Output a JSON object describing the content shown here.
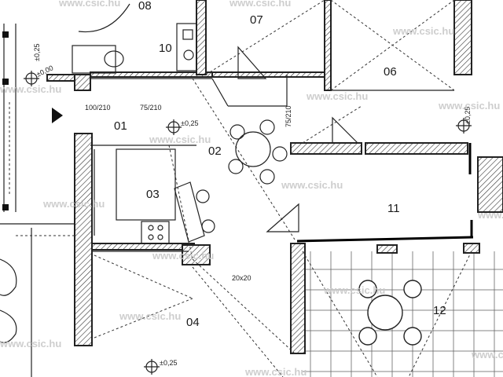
{
  "rooms": {
    "r01": "01",
    "r02": "02",
    "r03": "03",
    "r04": "04",
    "r06": "06",
    "r07": "07",
    "r08": "08",
    "r10": "10",
    "r11": "11",
    "r12": "12"
  },
  "dimensions": {
    "level_a": "±0,00",
    "level_b": "±0,25",
    "level_c": "±0,25",
    "level_d": "±0,25",
    "level_e": "±0,25",
    "tile_size": "20x20",
    "door_a": "100/210",
    "door_b": "75/210",
    "door_c": "75/210"
  },
  "watermark": "www.csic.hu"
}
